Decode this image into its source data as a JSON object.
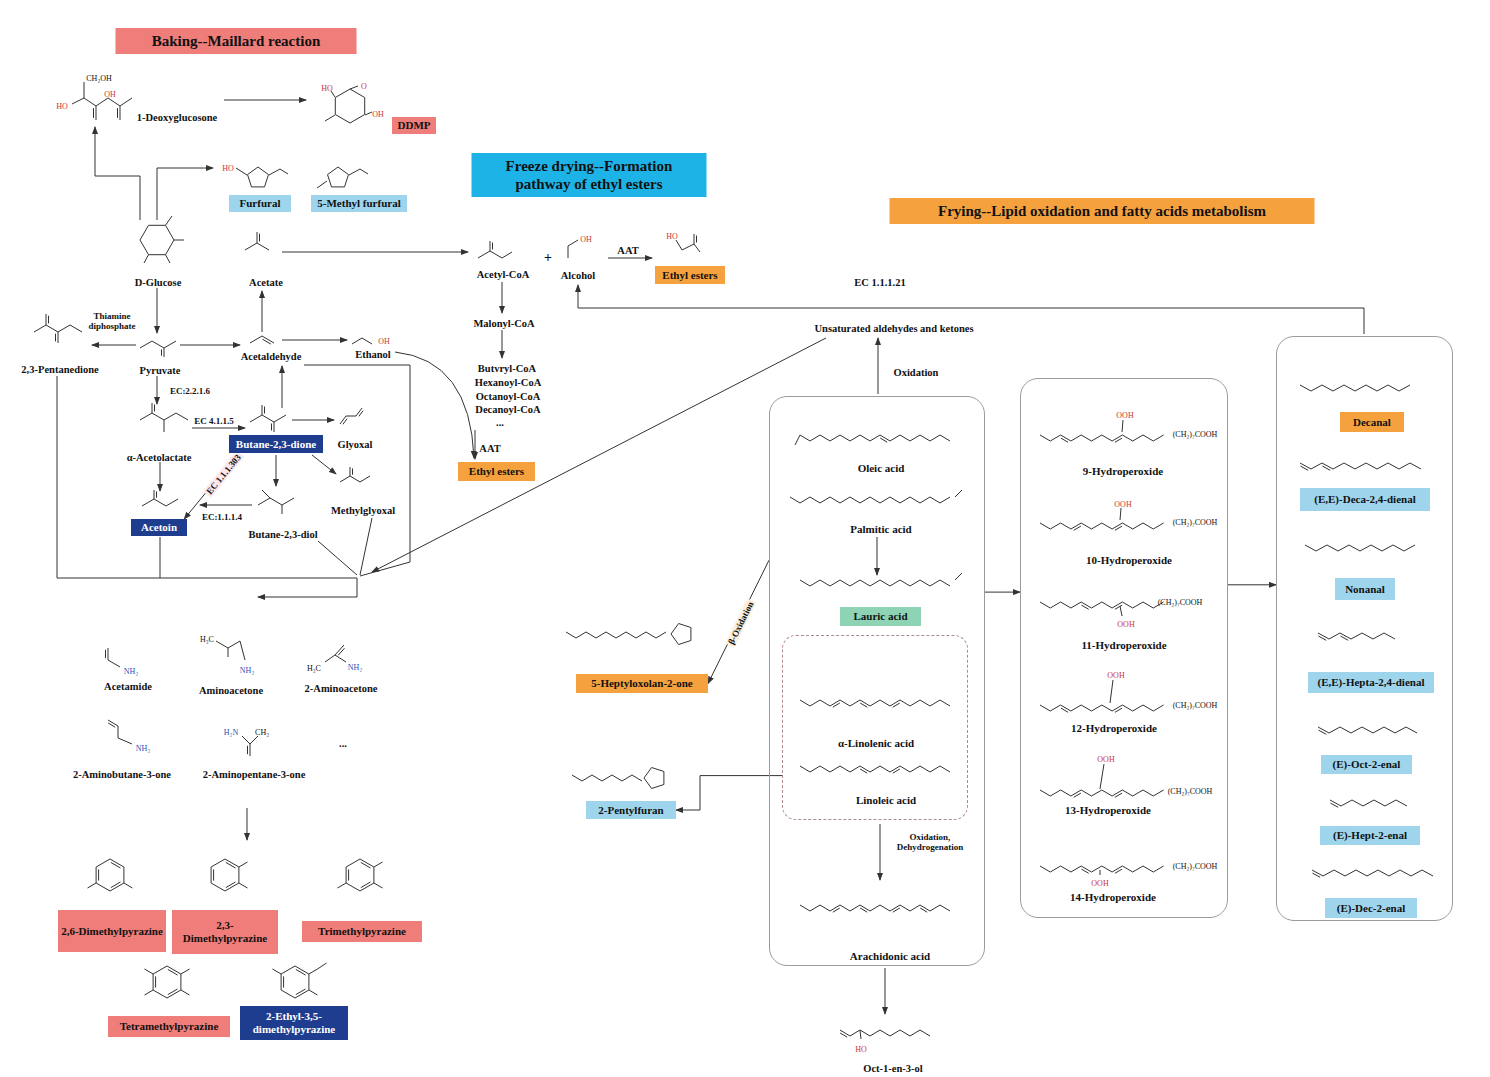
{
  "diagram": {
    "nodes": [
      {
        "text": [
          "Baking--Maillard reaction"
        ]
      },
      {
        "text": [
          "DDMP"
        ],
        "in": 0
      },
      {
        "text": [
          "Furfural"
        ],
        "in": 0
      },
      {
        "text": [
          "5-Methyl furfural"
        ],
        "in": 0
      },
      {
        "text": [
          "Butane-2,3-dione"
        ],
        "in": 0
      },
      {
        "text": [
          "Acetoin"
        ],
        "in": 0
      },
      {
        "text": [
          "2,6-Dimethylpyrazine"
        ],
        "in": 0
      },
      {
        "text": [
          "2,3-Dimethylpyrazine"
        ],
        "in": 0
      },
      {
        "text": [
          "Trimethylpyrazine"
        ],
        "in": 0
      },
      {
        "text": [
          "Tetramethylpyrazine"
        ],
        "in": 0
      },
      {
        "text": [
          "2-Ethyl-3,5-dimethylpyrazine"
        ],
        "in": 0
      },
      {
        "text": [
          "Freeze drying--Formation pathway of ethyl esters"
        ]
      },
      {
        "text": [
          "Ethyl esters"
        ],
        "in": 11
      },
      {
        "text": [
          "Ethyl esters"
        ],
        "in": 11
      },
      {
        "text": [
          "Frying--Lipid oxidation and fatty acids metabolism"
        ]
      },
      {
        "text": [
          "Oleic acid",
          "Palmitic acid",
          "Arachidonic acid"
        ],
        "in": 14
      },
      {
        "text": [
          "Lauric acid"
        ],
        "in": 15
      },
      {
        "text": [
          "α-Linolenic acid",
          "Linoleic acid"
        ],
        "in": 15
      },
      {
        "text": [
          "9-Hydroperoxide",
          "10-Hydroperoxide",
          "11-Hydroperoxide",
          "12-Hydroperoxide",
          "13-Hydroperoxide",
          "14-Hydroperoxide"
        ],
        "in": 14
      },
      {
        "text": [],
        "in": 14
      },
      {
        "text": [
          "Decanal"
        ],
        "in": 19
      },
      {
        "text": [
          "(E,E)-Deca-2,4-dienal"
        ],
        "in": 19
      },
      {
        "text": [
          "Nonanal"
        ],
        "in": 19
      },
      {
        "text": [
          "(E,E)-Hepta-2,4-dienal"
        ],
        "in": 19
      },
      {
        "text": [
          "(E)-Oct-2-enal"
        ],
        "in": 19
      },
      {
        "text": [
          "(E)-Hept-2-enal"
        ],
        "in": 19
      },
      {
        "text": [
          "(E)-Dec-2-enal"
        ],
        "in": 19
      },
      {
        "text": [
          "5-Heptyloxolan-2-one"
        ],
        "in": 14
      },
      {
        "text": [
          "2-Pentylfuran"
        ],
        "in": 14
      }
    ],
    "edges": [
      {
        "from": 4,
        "to": 5,
        "arrow": "to",
        "label": "EC 1.1.1.303"
      },
      {
        "from": 15,
        "to": 18,
        "arrow": "to"
      },
      {
        "from": 18,
        "to": 19,
        "arrow": "to"
      },
      {
        "from": 15,
        "to": 27,
        "arrow": "to",
        "label": "β-Oxidation"
      },
      {
        "from": 17,
        "to": 28,
        "arrow": "to"
      }
    ],
    "labels": [
      "1-Deoxyglucosone",
      "D-Glucose",
      "Acetate",
      "Thiamine diphosphate",
      "2,3-Pentanedione",
      "Pyruvate",
      "Acetaldehyde",
      "Ethanol",
      "EC:2.2.1.6",
      "α-Acetolactate",
      "EC 4.1.1.5",
      "Glyoxal",
      "Butane-2,3-diol",
      "EC:1.1.1.4",
      "Methylglyoxal",
      "Acetamide",
      "Aminoacetone",
      "2-Aminoacetone",
      "2-Aminobutane-3-one",
      "2-Aminopentane-3-one",
      "...",
      "Acetyl-CoA",
      "+",
      "Alcohol",
      "AAT",
      "Malonyl-CoA",
      "Butvryl-CoA",
      "Hexanoyl-CoA",
      "Octanoyl-CoA",
      "Decanoyl-CoA",
      "...",
      "AAT",
      "EC 1.1.1.21",
      "Unsaturated aldehydes and ketones",
      "Oxidation",
      "Oxidation, Dehydrogenation",
      "Oct-1-en-3-ol",
      "CH₂OH",
      "HO",
      "OH",
      "HO",
      "O",
      "OH",
      "HO",
      "OH",
      "NH₂",
      "H₃C",
      "NH₂",
      "H₃C",
      "NH₂",
      "NH₂",
      "H₂N",
      "CH₃",
      "OH",
      "HO",
      "OOH",
      "(CH₂)₇COOH",
      "OOH",
      "(CH₂)₇COOH",
      "OOH",
      "(CH₂)₇COOH",
      "OOH",
      "(CH₂)₇COOH",
      "OOH",
      "(CH₂)₇COOH",
      "OOH",
      "(CH₂)₇COOH",
      "HO"
    ]
  }
}
